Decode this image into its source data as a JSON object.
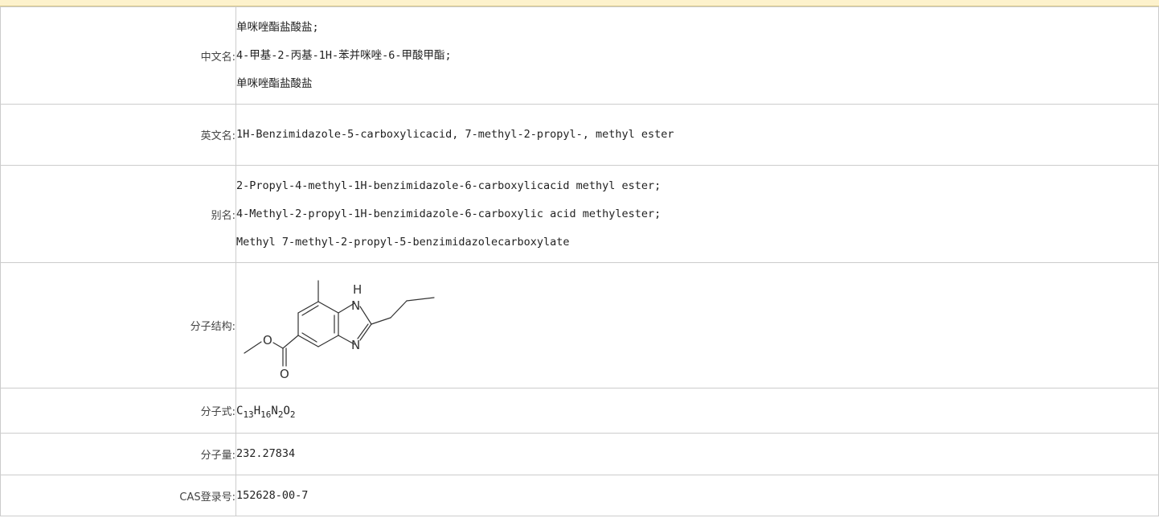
{
  "rows": [
    {
      "key": "chinese_name",
      "label": "中文名:",
      "lines": [
        "单咪唑酯盐酸盐;",
        "4-甲基-2-丙基-1H-苯并咪唑-6-甲酸甲酯;",
        "单咪唑酯盐酸盐"
      ]
    },
    {
      "key": "english_name",
      "label": "英文名:",
      "lines": [
        "1H-Benzimidazole-5-carboxylicacid, 7-methyl-2-propyl-, methyl ester"
      ]
    },
    {
      "key": "synonyms",
      "label": "别名:",
      "lines": [
        "2-Propyl-4-methyl-1H-benzimidazole-6-carboxylicacid methyl ester;",
        "4-Methyl-2-propyl-1H-benzimidazole-6-carboxylic acid methylester;",
        "Methyl 7-methyl-2-propyl-5-benzimidazolecarboxylate"
      ]
    },
    {
      "key": "structure",
      "label": "分子结构:",
      "atoms": {
        "nh_h": "H",
        "nh_n": "N",
        "n": "N",
        "ester_o": "O",
        "carbonyl_o": "O"
      }
    },
    {
      "key": "formula",
      "label": "分子式:",
      "parts": [
        {
          "el": "C",
          "n": "13"
        },
        {
          "el": "H",
          "n": "16"
        },
        {
          "el": "N",
          "n": "2"
        },
        {
          "el": "O",
          "n": "2"
        }
      ]
    },
    {
      "key": "mol_weight",
      "label": "分子量:",
      "lines": [
        "232.27834"
      ]
    },
    {
      "key": "cas",
      "label": "CAS登录号:",
      "lines": [
        "152628-00-7"
      ]
    }
  ]
}
